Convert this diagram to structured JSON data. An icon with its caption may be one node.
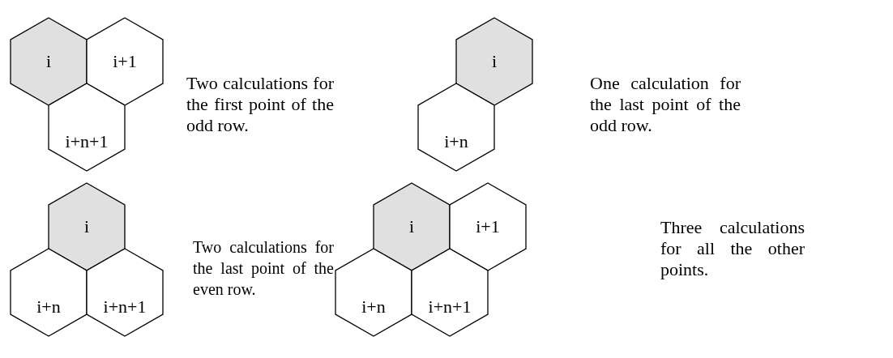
{
  "diagram": {
    "nodes": [
      {
        "text": [
          "i"
        ]
      },
      {
        "text": [
          "i+1"
        ]
      },
      {
        "text": [
          "i+n+1"
        ]
      },
      {
        "text": [
          "i"
        ]
      },
      {
        "text": [
          "i+n"
        ]
      },
      {
        "text": [
          "i"
        ]
      },
      {
        "text": [
          "i+n"
        ]
      },
      {
        "text": [
          "i+n+1"
        ]
      },
      {
        "text": [
          "i"
        ]
      },
      {
        "text": [
          "i+1"
        ]
      },
      {
        "text": [
          "i+n"
        ]
      },
      {
        "text": [
          "i+n+1"
        ]
      }
    ],
    "labels": [
      "Two calculations for the first point of the odd row.",
      "One calculation for the last point of the odd row.",
      "Two calculations for the last point of the even row.",
      "Three calculations for all the other points."
    ]
  }
}
